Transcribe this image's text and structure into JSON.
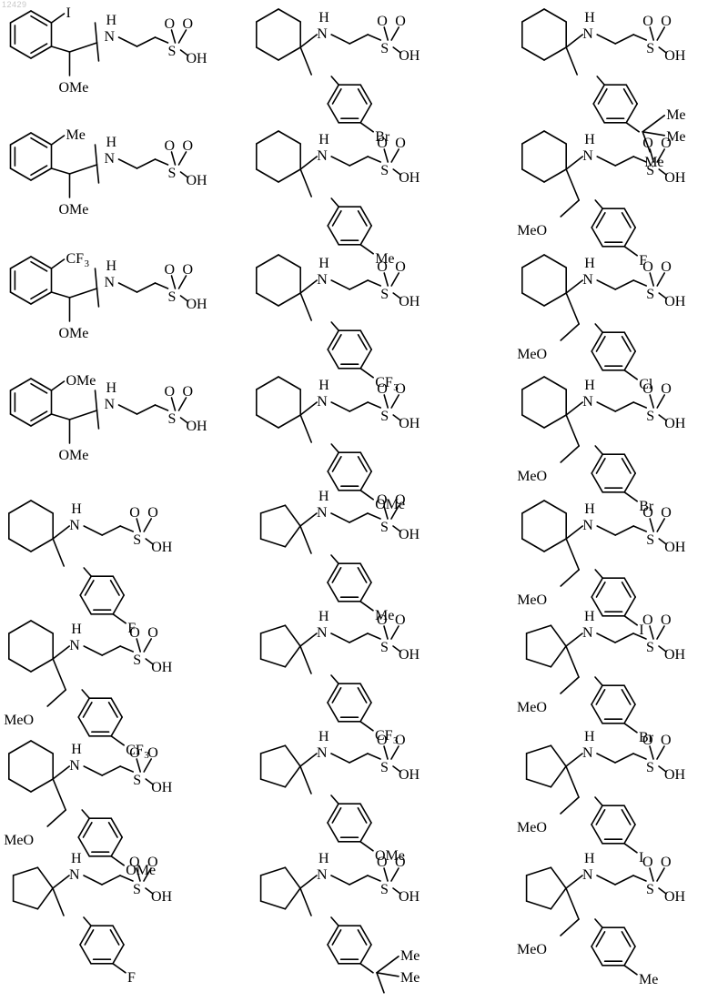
{
  "page_id": "12429",
  "compounds": [
    {
      "ring": "ortho",
      "sub": "I",
      "subscript": ""
    },
    {
      "ring": "hex",
      "link": "CH2",
      "para": "Br",
      "subscript": ""
    },
    {
      "ring": "hex",
      "link": "CH2",
      "para": "tBu",
      "tbu": [
        "Me",
        "Me",
        "Me"
      ]
    },
    {
      "ring": "ortho",
      "sub": "Me",
      "subscript": ""
    },
    {
      "ring": "hex",
      "link": "CH2",
      "para": "Me",
      "subscript": ""
    },
    {
      "ring": "hex",
      "link": "CHOMe",
      "para": "F",
      "subscript": ""
    },
    {
      "ring": "ortho",
      "sub": "CF",
      "subscript": "3"
    },
    {
      "ring": "hex",
      "link": "CH2",
      "para": "CF",
      "subscript": "3"
    },
    {
      "ring": "hex",
      "link": "CHOMe",
      "para": "Cl",
      "subscript": ""
    },
    {
      "ring": "ortho",
      "sub": "OMe",
      "subscript": ""
    },
    {
      "ring": "hex",
      "link": "CH2",
      "para": "OMe",
      "subscript": ""
    },
    {
      "ring": "hex",
      "link": "CHOMe",
      "para": "Br",
      "subscript": ""
    },
    {
      "ring": "hex",
      "link": "CH2",
      "para": "F",
      "subscript": ""
    },
    {
      "ring": "pent",
      "link": "CH2",
      "para": "Me",
      "subscript": ""
    },
    {
      "ring": "hex",
      "link": "CHOMe",
      "para": "I",
      "subscript": ""
    },
    {
      "ring": "hex",
      "link": "CHOMe",
      "para": "CF",
      "subscript": "3"
    },
    {
      "ring": "pent",
      "link": "CH2",
      "para": "CF",
      "subscript": "3"
    },
    {
      "ring": "pent",
      "link": "CHOMe",
      "para": "Br",
      "subscript": ""
    },
    {
      "ring": "hex",
      "link": "CHOMe",
      "para": "OMe",
      "subscript": ""
    },
    {
      "ring": "pent",
      "link": "CH2",
      "para": "OMe",
      "subscript": ""
    },
    {
      "ring": "pent",
      "link": "CHOMe",
      "para": "I",
      "subscript": ""
    },
    {
      "ring": "pent",
      "link": "CH2",
      "para": "F",
      "subscript": ""
    },
    {
      "ring": "pent",
      "link": "CH2",
      "para": "tBu",
      "tbu": [
        "Me",
        "Me",
        "Me"
      ]
    },
    {
      "ring": "pent",
      "link": "CHOMe",
      "para": "Me",
      "subscript": ""
    }
  ],
  "labels": {
    "amine": "H",
    "amine_n": "N",
    "sulfur": "S",
    "oxo": "O",
    "hydroxyl": "OH",
    "methoxy_left": "OMe",
    "methoxy_right": "MeO"
  }
}
